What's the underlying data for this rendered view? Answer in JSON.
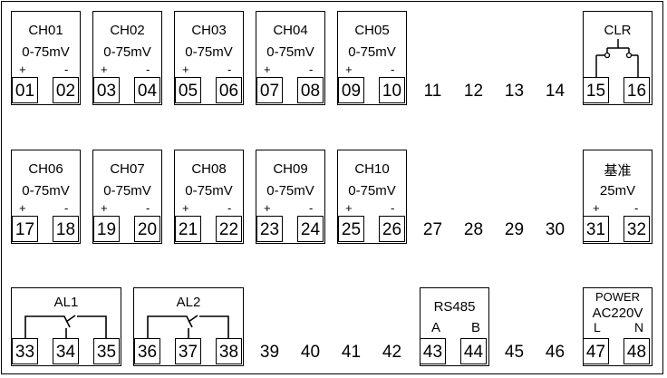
{
  "channels": [
    {
      "name": "CH01",
      "range": "0-75mV",
      "plus": "+",
      "minus": "-"
    },
    {
      "name": "CH02",
      "range": "0-75mV",
      "plus": "+",
      "minus": "-"
    },
    {
      "name": "CH03",
      "range": "0-75mV",
      "plus": "+",
      "minus": "-"
    },
    {
      "name": "CH04",
      "range": "0-75mV",
      "plus": "+",
      "minus": "-"
    },
    {
      "name": "CH05",
      "range": "0-75mV",
      "plus": "+",
      "minus": "-"
    },
    {
      "name": "CH06",
      "range": "0-75mV",
      "plus": "+",
      "minus": "-"
    },
    {
      "name": "CH07",
      "range": "0-75mV",
      "plus": "+",
      "minus": "-"
    },
    {
      "name": "CH08",
      "range": "0-75mV",
      "plus": "+",
      "minus": "-"
    },
    {
      "name": "CH09",
      "range": "0-75mV",
      "plus": "+",
      "minus": "-"
    },
    {
      "name": "CH10",
      "range": "0-75mV",
      "plus": "+",
      "minus": "-"
    }
  ],
  "clr": {
    "label": "CLR"
  },
  "reference": {
    "label": "基准",
    "value": "25mV",
    "plus": "+",
    "minus": "-"
  },
  "alarms": [
    {
      "label": "AL1"
    },
    {
      "label": "AL2"
    }
  ],
  "rs485": {
    "label": "RS485",
    "a": "A",
    "b": "B"
  },
  "power": {
    "label": "POWER",
    "voltage": "AC220V",
    "l": "L",
    "n": "N"
  },
  "terminals": [
    "01",
    "02",
    "03",
    "04",
    "05",
    "06",
    "07",
    "08",
    "09",
    "10",
    "11",
    "12",
    "13",
    "14",
    "15",
    "16",
    "17",
    "18",
    "19",
    "20",
    "21",
    "22",
    "23",
    "24",
    "25",
    "26",
    "27",
    "28",
    "29",
    "30",
    "31",
    "32",
    "33",
    "34",
    "35",
    "36",
    "37",
    "38",
    "39",
    "40",
    "41",
    "42",
    "43",
    "44",
    "45",
    "46",
    "47",
    "48"
  ]
}
